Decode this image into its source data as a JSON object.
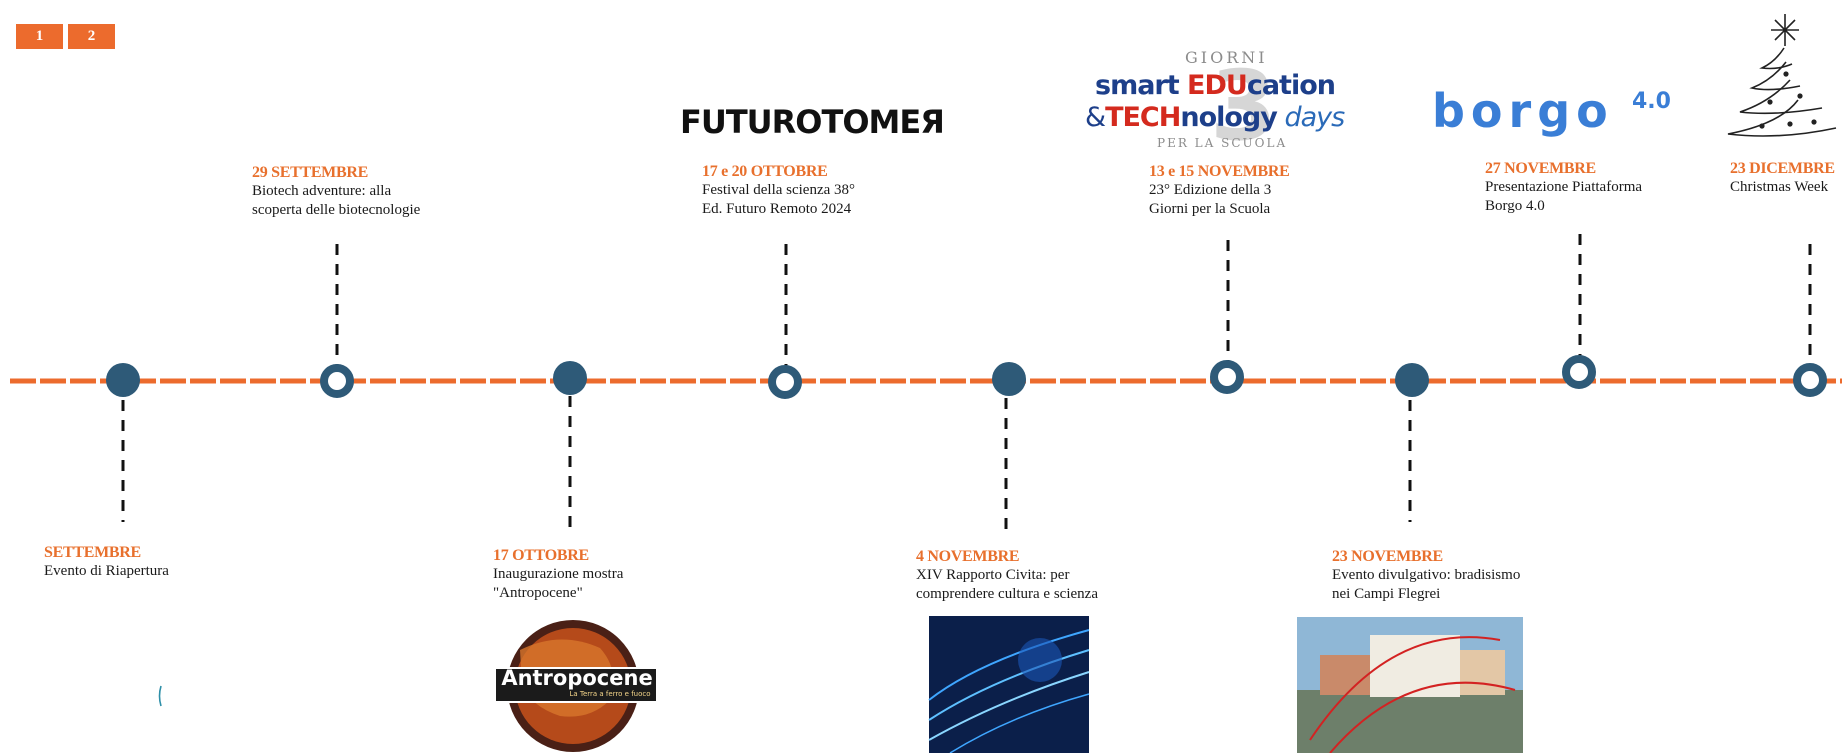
{
  "pagination": {
    "pages": [
      "1",
      "2"
    ]
  },
  "colors": {
    "accent": "#ec6b2d",
    "node": "#2e5a78",
    "date": "#e8702d"
  },
  "logos": {
    "futuro_remoto": "FUTUROTOMEЯ",
    "smart_education": {
      "line1_a": "smart ",
      "line1_b": "EDU",
      "line1_c": "cation",
      "line2_a": "&",
      "line2_b": "TECH",
      "line2_c": "nology",
      "line2_d": " days",
      "badge_number": "3",
      "badge_ring_top": "GIORNI",
      "badge_ring_bottom": "PER LA SCUOLA"
    },
    "borgo": {
      "name": "borgo",
      "version": "4.0"
    },
    "antropocene": {
      "title": "Antropocene",
      "subtitle": "La Terra a ferro e fuoco"
    }
  },
  "events": [
    {
      "id": "ev-settembre",
      "date": "SETTEMBRE",
      "description": "Evento di Riapertura"
    },
    {
      "id": "ev-29-settembre",
      "date": "29 SETTEMBRE",
      "description": "Biotech adventure: alla\nscoperta delle biotecnologie"
    },
    {
      "id": "ev-17-ottobre",
      "date": "17 OTTOBRE",
      "description": "Inaugurazione mostra\n\"Antropocene\""
    },
    {
      "id": "ev-17-20-ottobre",
      "date": "17 e 20  OTTOBRE",
      "description": "Festival della scienza 38°\nEd. Futuro Remoto 2024"
    },
    {
      "id": "ev-4-novembre",
      "date": "4 NOVEMBRE",
      "description": "XIV Rapporto Civita: per\ncomprendere cultura e scienza"
    },
    {
      "id": "ev-13-15-novembre",
      "date": "13 e 15 NOVEMBRE",
      "description": "23° Edizione della 3\nGiorni per la Scuola"
    },
    {
      "id": "ev-23-novembre",
      "date": "23  NOVEMBRE",
      "description": "Evento divulgativo: bradisismo\nnei Campi Flegrei"
    },
    {
      "id": "ev-27-novembre",
      "date": "27  NOVEMBRE",
      "description": "Presentazione Piattaforma\nBorgo 4.0"
    },
    {
      "id": "ev-23-dicembre",
      "date": "23 DICEMBRE",
      "description": "Christmas Week"
    }
  ]
}
